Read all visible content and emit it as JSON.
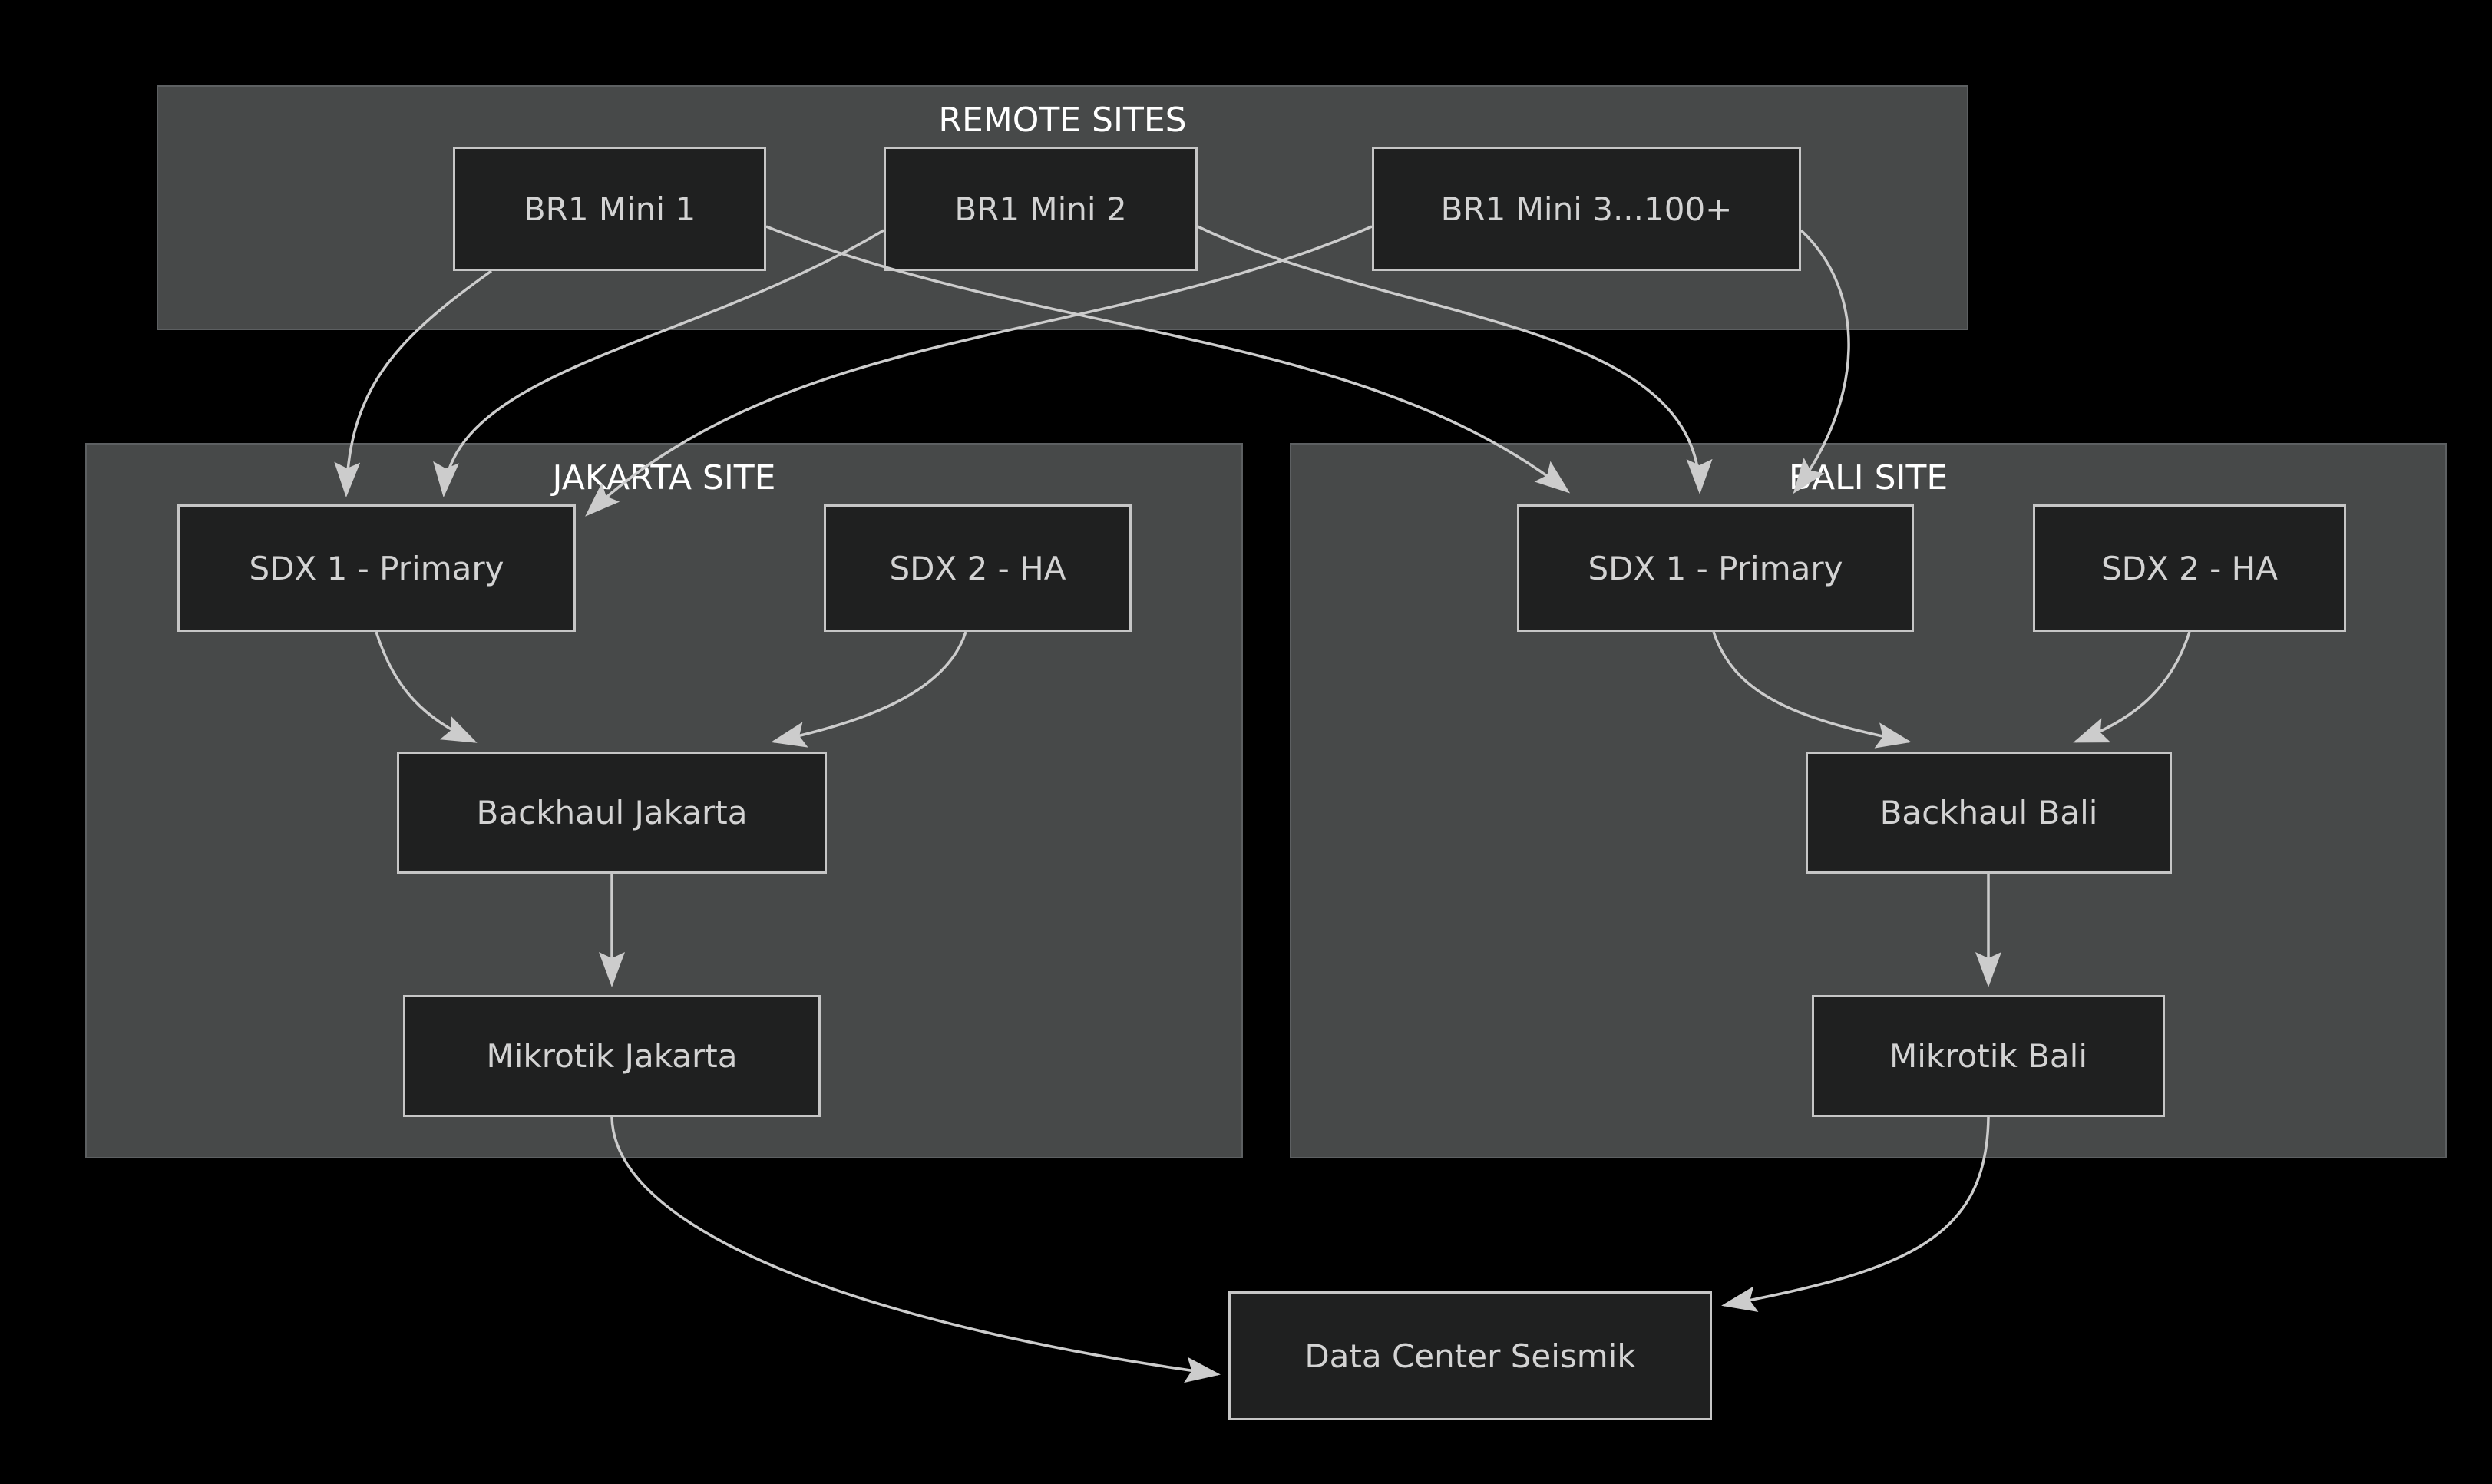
{
  "diagram": {
    "type": "flowchart",
    "direction": "top-down",
    "clusters": {
      "remote": {
        "title": "REMOTE SITES"
      },
      "jakarta": {
        "title": "JAKARTA SITE"
      },
      "bali": {
        "title": "BALI SITE"
      }
    },
    "nodes": {
      "br1": {
        "label": "BR1 Mini 1",
        "cluster": "remote"
      },
      "br2": {
        "label": "BR1 Mini 2",
        "cluster": "remote"
      },
      "br3": {
        "label": "BR1 Mini 3...100+",
        "cluster": "remote"
      },
      "jk_sdx1": {
        "label": "SDX 1 - Primary",
        "cluster": "jakarta"
      },
      "jk_sdx2": {
        "label": "SDX 2 - HA",
        "cluster": "jakarta"
      },
      "jk_backhaul": {
        "label": "Backhaul Jakarta",
        "cluster": "jakarta"
      },
      "jk_mikrotik": {
        "label": "Mikrotik Jakarta",
        "cluster": "jakarta"
      },
      "bali_sdx1": {
        "label": "SDX 1 - Primary",
        "cluster": "bali"
      },
      "bali_sdx2": {
        "label": "SDX 2 - HA",
        "cluster": "bali"
      },
      "bali_backhaul": {
        "label": "Backhaul Bali",
        "cluster": "bali"
      },
      "bali_mikrotik": {
        "label": "Mikrotik Bali",
        "cluster": "bali"
      },
      "dc": {
        "label": "Data Center Seismik",
        "cluster": null
      }
    },
    "edges": [
      {
        "from": "br1",
        "to": "jk_sdx1"
      },
      {
        "from": "br2",
        "to": "jk_sdx1"
      },
      {
        "from": "br3",
        "to": "jk_sdx1"
      },
      {
        "from": "br1",
        "to": "bali_sdx1"
      },
      {
        "from": "br2",
        "to": "bali_sdx1"
      },
      {
        "from": "br3",
        "to": "bali_sdx1"
      },
      {
        "from": "jk_sdx1",
        "to": "jk_backhaul"
      },
      {
        "from": "jk_sdx2",
        "to": "jk_backhaul"
      },
      {
        "from": "jk_backhaul",
        "to": "jk_mikrotik"
      },
      {
        "from": "bali_sdx1",
        "to": "bali_backhaul"
      },
      {
        "from": "bali_sdx2",
        "to": "bali_backhaul"
      },
      {
        "from": "bali_backhaul",
        "to": "bali_mikrotik"
      },
      {
        "from": "jk_mikrotik",
        "to": "dc"
      },
      {
        "from": "bali_mikrotik",
        "to": "dc"
      }
    ],
    "colors": {
      "background": "#000000",
      "cluster_fill": "#474949",
      "cluster_border": "#5d6062",
      "node_fill": "#1f2020",
      "node_border": "#c6c6c6",
      "node_text": "#d3d3d3",
      "title_text": "#ffffff",
      "edge": "#cccccc"
    }
  }
}
